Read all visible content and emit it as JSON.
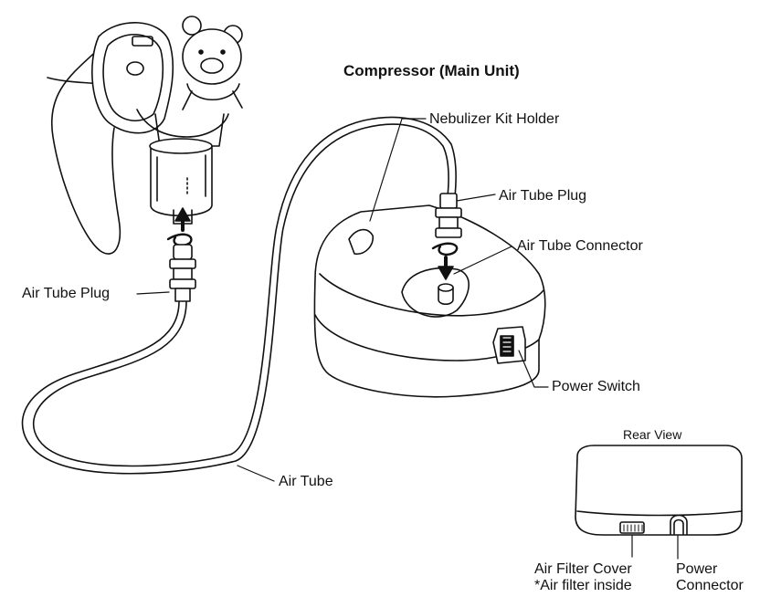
{
  "title": "Compressor (Main Unit)",
  "labels": {
    "nebulizer_kit_holder": "Nebulizer Kit Holder",
    "air_tube_plug_right": "Air Tube Plug",
    "air_tube_connector": "Air Tube Connector",
    "air_tube_plug_left": "Air Tube Plug",
    "power_switch": "Power Switch",
    "air_tube": "Air Tube",
    "rear_view": "Rear View",
    "air_filter_cover": "Air Filter Cover",
    "air_filter_inside": "*Air filter inside",
    "power_connector_line1": "Power",
    "power_connector_line2": "Connector"
  },
  "colors": {
    "ink": "#111111",
    "paper": "#ffffff",
    "shade": "#e6e6e6"
  }
}
